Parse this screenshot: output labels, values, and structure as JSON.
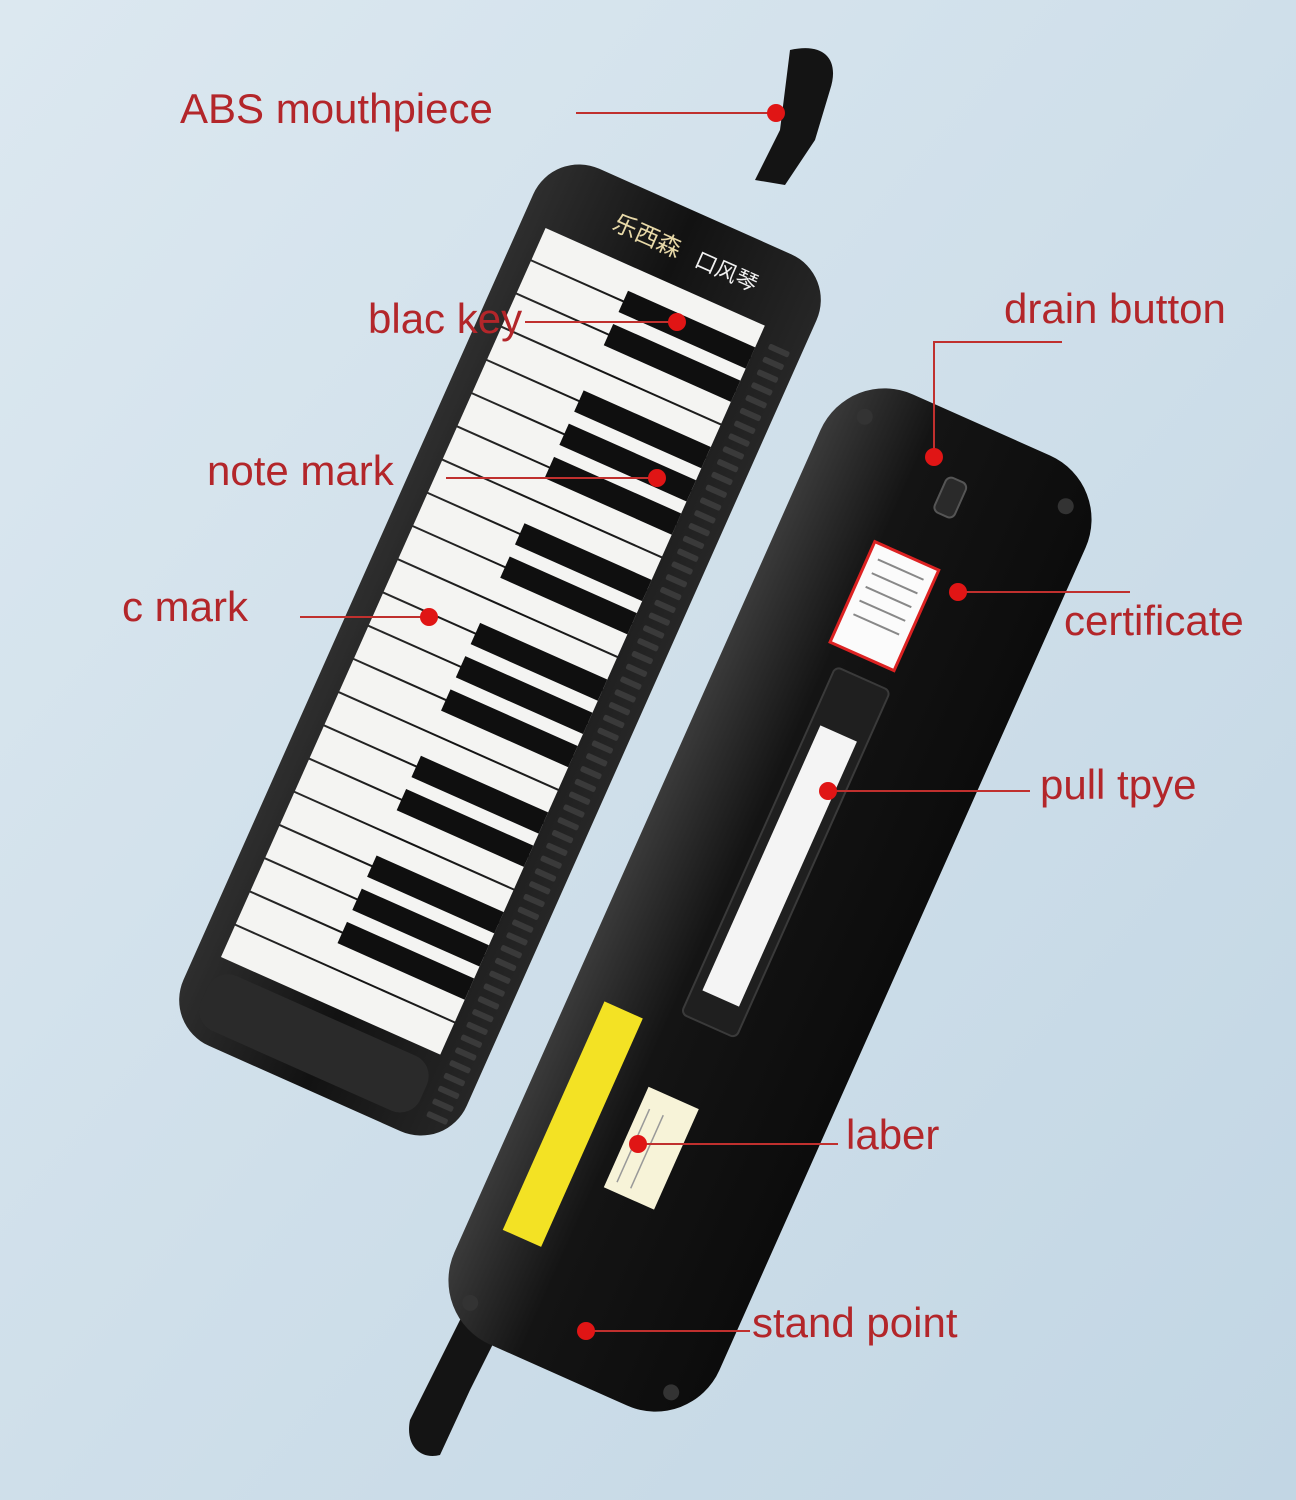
{
  "colors": {
    "background": "#cddde8",
    "callout_text": "#b3262a",
    "leader_line": "#c0302e",
    "marker_dot": "#e01515",
    "instrument_body": "#161616",
    "white_key": "#f4f4f2",
    "black_key": "#0f0f0f",
    "yellow_label": "#f3e224"
  },
  "instrument": {
    "brand_text": "乐西森",
    "model_text": "口风琴",
    "white_key_count": 22,
    "black_key_count": 15
  },
  "callouts": [
    {
      "id": "abs-mouthpiece",
      "text": "ABS mouthpiece"
    },
    {
      "id": "blac-key",
      "text": "blac key"
    },
    {
      "id": "note-mark",
      "text": "note mark"
    },
    {
      "id": "c-mark",
      "text": "c mark"
    },
    {
      "id": "drain-button",
      "text": "drain button"
    },
    {
      "id": "certificate",
      "text": "certificate"
    },
    {
      "id": "pull-tpye",
      "text": "pull tpye"
    },
    {
      "id": "laber",
      "text": "laber"
    },
    {
      "id": "stand-point",
      "text": "stand point"
    }
  ]
}
